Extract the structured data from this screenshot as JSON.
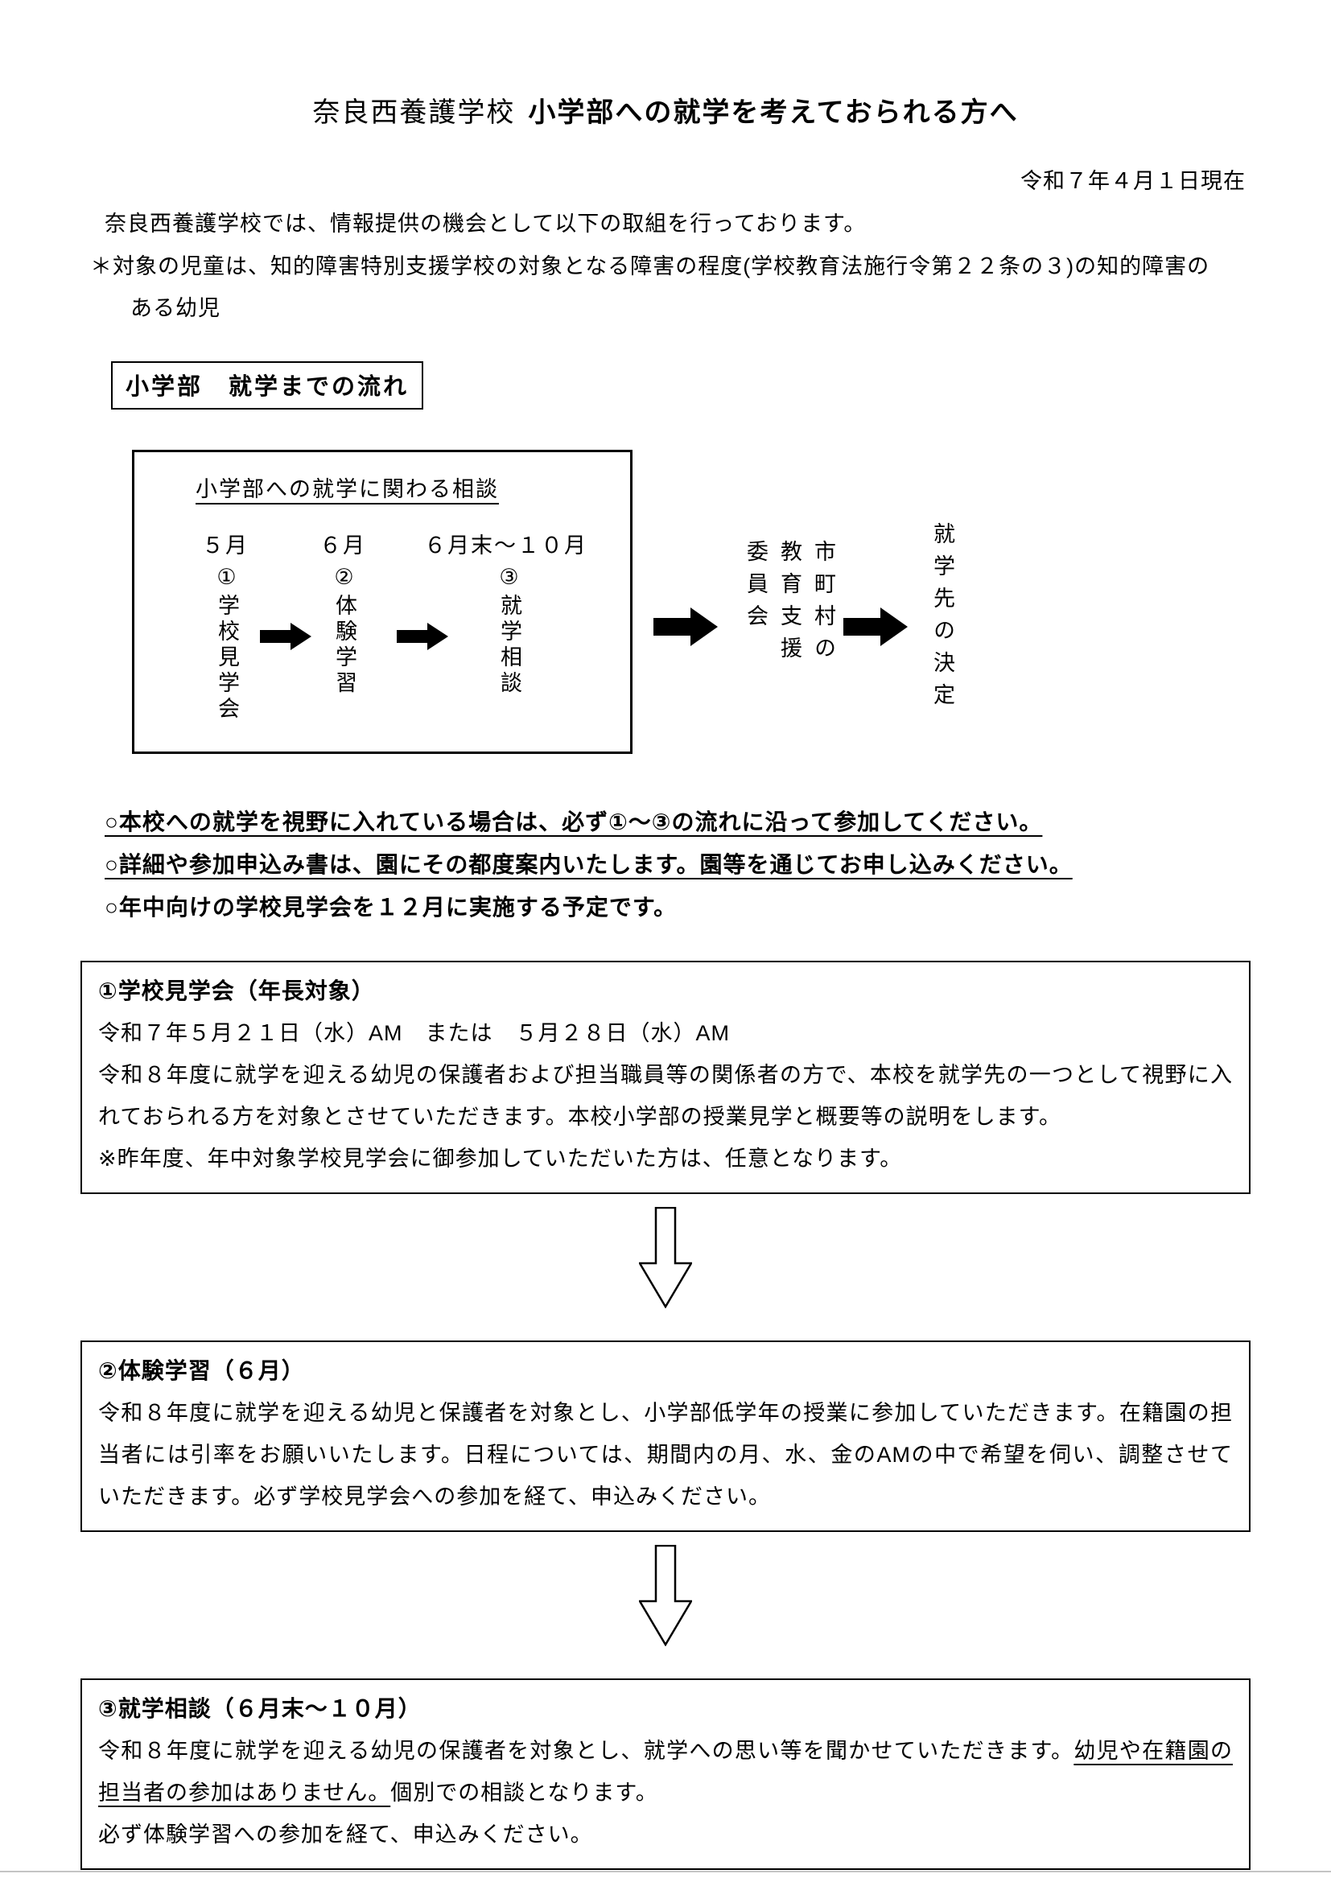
{
  "document": {
    "title": {
      "school": "奈良西養護学校",
      "main": "小学部への就学を考えておられる方へ"
    },
    "date_line": "令和７年４月１日現在",
    "intro": "奈良西養護学校では、情報提供の機会として以下の取組を行っております。",
    "note": {
      "line1": "＊対象の児童は、知的障害特別支援学校の対象となる障害の程度(学校教育法施行令第２２条の３)の知的障害の",
      "line2": "ある幼児"
    }
  },
  "flow": {
    "heading": "小学部　就学までの流れ",
    "box_title": "小学部への就学に関わる相談",
    "months": [
      "５月",
      "６月",
      "６月末～１０月"
    ],
    "steps": [
      "①学校見学会",
      "②体験学習",
      "③就学相談"
    ],
    "committee": "市町村の教育支援委員会",
    "decision": "就学先の決定"
  },
  "bullets": [
    "○本校への就学を視野に入れている場合は、必ず①～③の流れに沿って参加してください。",
    "○詳細や参加申込み書は、園にその都度案内いたします。園等を通じてお申し込みください。",
    "○年中向けの学校見学会を１２月に実施する予定です。"
  ],
  "sections": [
    {
      "heading": "①学校見学会（年長対象）",
      "schedule": "令和７年５月２１日（水）AM　または　５月２８日（水）AM",
      "body": "令和８年度に就学を迎える幼児の保護者および担当職員等の関係者の方で、本校を就学先の一つとして視野に入れておられる方を対象とさせていただきます。本校小学部の授業見学と概要等の説明をします。",
      "note": "※昨年度、年中対象学校見学会に御参加していただいた方は、任意となります。"
    },
    {
      "heading": "②体験学習（６月）",
      "body": "令和８年度に就学を迎える幼児と保護者を対象とし、小学部低学年の授業に参加していただきます。在籍園の担当者には引率をお願いいたします。日程については、期間内の月、水、金のAMの中で希望を伺い、調整させていただきます。必ず学校見学会への参加を経て、申込みください。"
    },
    {
      "heading": "③就学相談（６月末～１０月）",
      "body_start": "令和８年度に就学を迎える幼児の保護者を対象とし、就学への思い等を聞かせていただきます。",
      "body_underlined": "幼児や在籍園の担当者の参加はありません。",
      "body_end": "個別での相談となります。",
      "closing": "必ず体験学習への参加を経て、申込みください。"
    }
  ]
}
